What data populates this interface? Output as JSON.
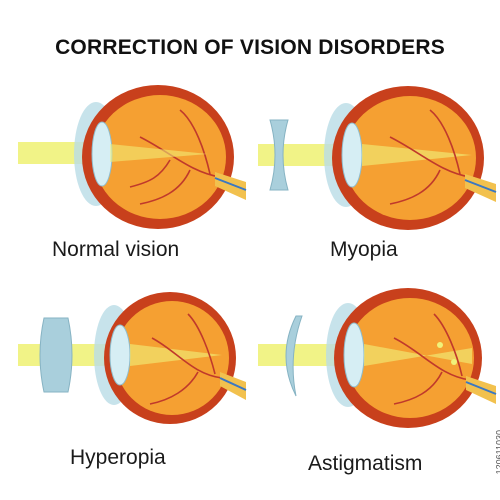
{
  "title": "CORRECTION OF VISION DISORDERS",
  "panels": [
    {
      "label": "Normal vision",
      "lens": "none"
    },
    {
      "label": "Myopia",
      "lens": "concave"
    },
    {
      "label": "Hyperopia",
      "lens": "convex"
    },
    {
      "label": "Astigmatism",
      "lens": "cylindrical"
    }
  ],
  "stock_id": "120611030",
  "colors": {
    "sclera": "#c8401c",
    "vitreous": "#f5a032",
    "light_beam": "#f0f27a",
    "cornea": "#b9dce6",
    "lens_corrective": "#a9cfdc",
    "vessels": "#c0392b",
    "nerve": "#f2c14e",
    "nerve_blue": "#3b78c2"
  }
}
